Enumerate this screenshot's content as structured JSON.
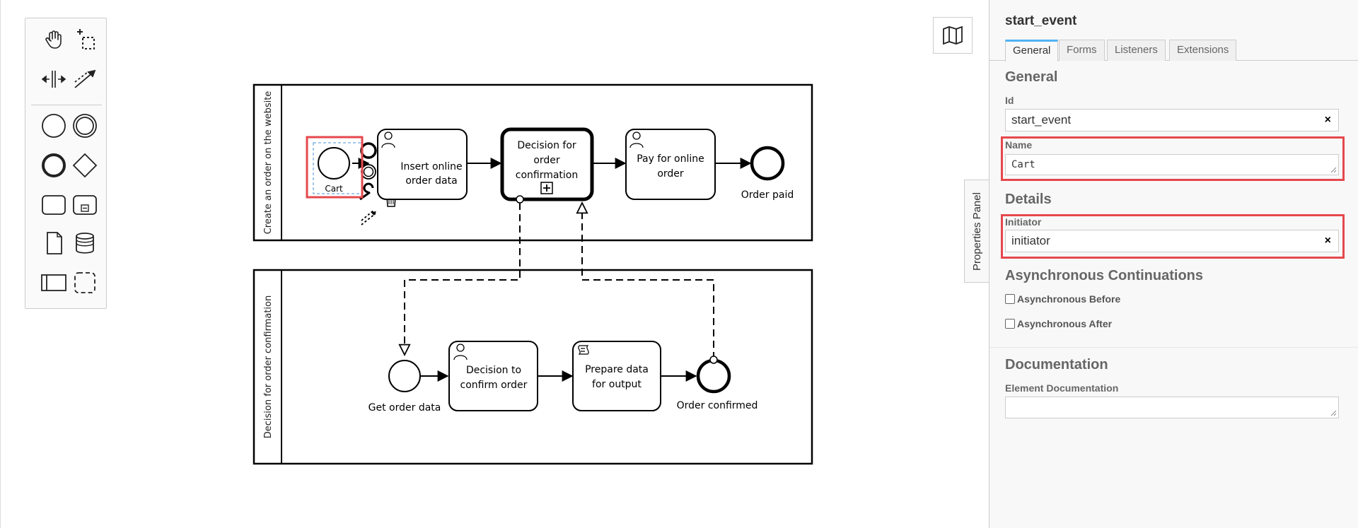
{
  "diagram": {
    "pool1_label": "Create an order on the website",
    "pool2_label": "Decision for order confirmation",
    "start_event_label": "Cart",
    "insert_task": [
      "Insert online",
      "order data"
    ],
    "decision_subprocess": [
      "Decision for",
      "order",
      "confirmation"
    ],
    "pay_task": [
      "Pay for online",
      "order"
    ],
    "order_paid_label": "Order paid",
    "get_order_label": "Get order data",
    "decision_task": [
      "Decision to",
      "confirm order"
    ],
    "prepare_task": [
      "Prepare data",
      "for output"
    ],
    "order_confirmed_label": "Order confirmed"
  },
  "properties_toggle": "Properties Panel",
  "panel": {
    "title": "start_event",
    "tabs": [
      "General",
      "Forms",
      "Listeners",
      "Extensions"
    ],
    "active_tab": "General",
    "general_section": "General",
    "id_label": "Id",
    "id_value": "start_event",
    "name_label": "Name",
    "name_value": "Cart",
    "details_section": "Details",
    "initiator_label": "Initiator",
    "initiator_value": "initiator",
    "async_section": "Asynchronous Continuations",
    "async_before": "Asynchronous Before",
    "async_after": "Asynchronous After",
    "doc_section": "Documentation",
    "doc_label": "Element Documentation",
    "doc_value": "",
    "clear_symbol": "×"
  },
  "highlight_color": "#e5484d",
  "accent_color": "#52b3f4"
}
